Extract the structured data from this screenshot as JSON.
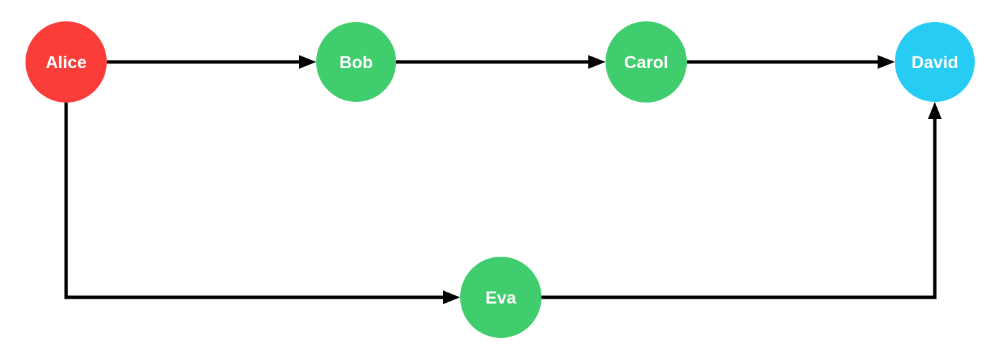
{
  "diagram": {
    "background_color": "#ffffff",
    "edge_color": "#000000",
    "label_color": "#ffffff",
    "node_colors": {
      "red": "#fb3d3a",
      "green": "#3fcd6d",
      "blue": "#26ccf3"
    },
    "nodes": [
      {
        "id": "alice",
        "label": "Alice",
        "color": "#fb3d3a"
      },
      {
        "id": "bob",
        "label": "Bob",
        "color": "#3fcd6d"
      },
      {
        "id": "carol",
        "label": "Carol",
        "color": "#3fcd6d"
      },
      {
        "id": "david",
        "label": "David",
        "color": "#26ccf3"
      },
      {
        "id": "eva",
        "label": "Eva",
        "color": "#3fcd6d"
      }
    ],
    "edges": [
      {
        "from": "Alice",
        "to": "Bob"
      },
      {
        "from": "Bob",
        "to": "Carol"
      },
      {
        "from": "Carol",
        "to": "David"
      },
      {
        "from": "Alice",
        "to": "Eva"
      },
      {
        "from": "Eva",
        "to": "David"
      }
    ]
  }
}
